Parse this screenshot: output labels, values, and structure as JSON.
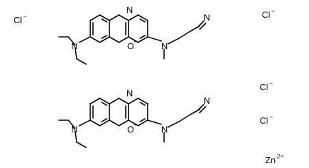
{
  "ions": {
    "chloride_1": "Cl",
    "chloride_1_charge": "−",
    "chloride_2": "Cl",
    "chloride_2_charge": "−",
    "chloride_3": "Cl",
    "chloride_3_charge": "−",
    "chloride_4": "Cl",
    "chloride_4_charge": "−",
    "zinc": "Zn",
    "zinc_charge": "2+"
  },
  "cation_top": {
    "ring_n": "N",
    "ring_o": "O",
    "ring_o_charge": "+",
    "amine_left": "N",
    "amine_right": "N",
    "nitrile_n": "N"
  },
  "cation_bottom": {
    "ring_n": "N",
    "ring_o": "O",
    "ring_o_charge": "+",
    "amine_left": "N",
    "amine_right": "N",
    "nitrile_n": "N"
  }
}
